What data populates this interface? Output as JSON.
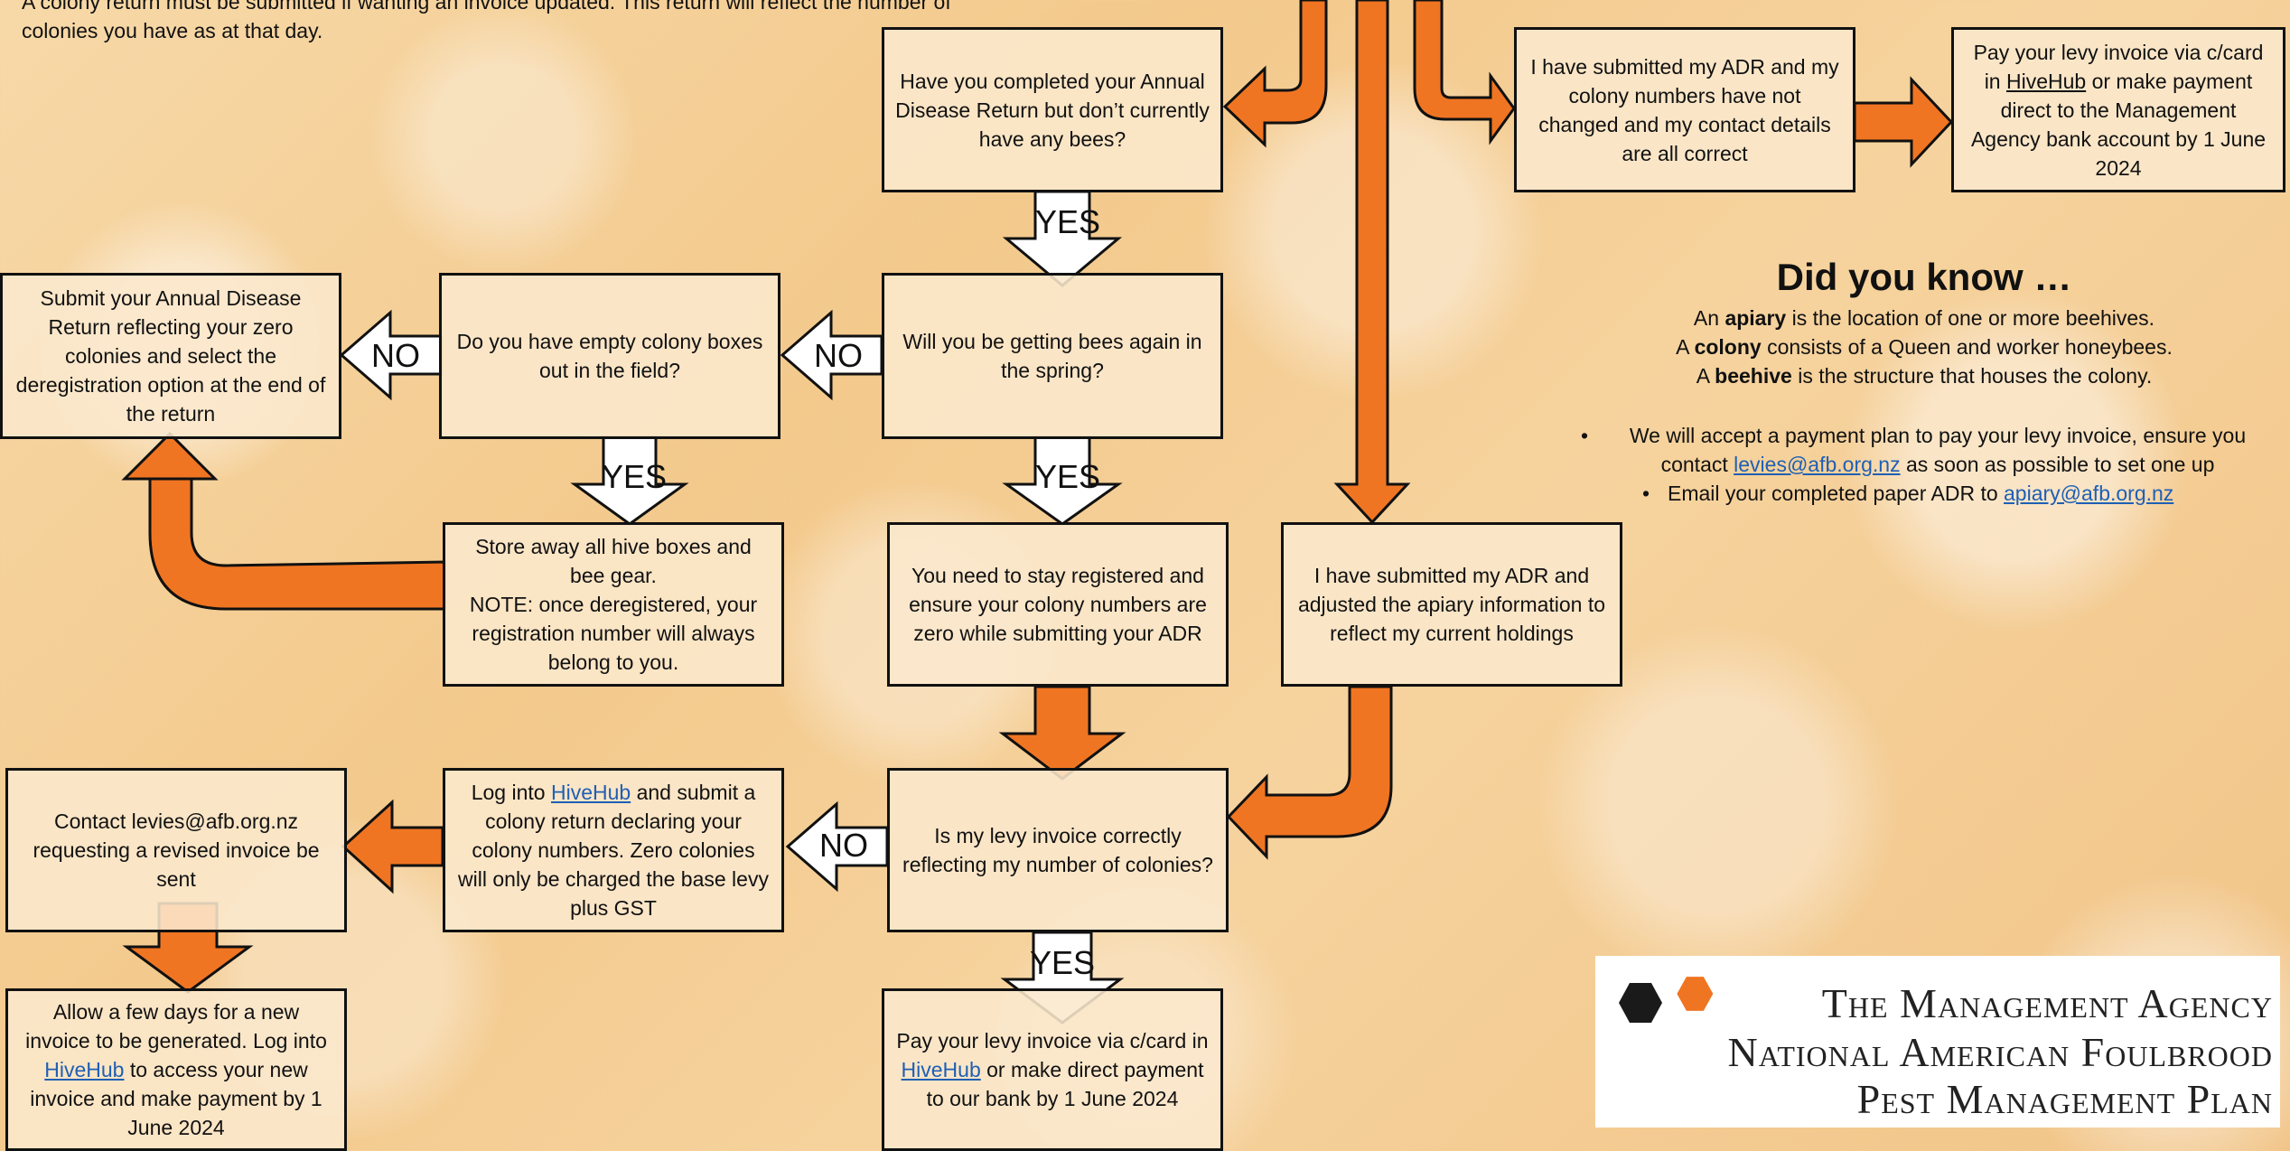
{
  "intro": {
    "text": "A colony return must be submitted if wanting an invoice updated. This return will reflect the number of colonies you have as at that day."
  },
  "boxes": {
    "completed_no_bees": "Have you completed your Annual Disease Return but don’t currently have any bees?",
    "submitted_unchanged": "I have submitted my ADR and my colony numbers have not changed and my contact details are all correct",
    "pay_top_pre": "Pay your levy invoice via c/card in ",
    "pay_top_link": "HiveHub",
    "pay_top_post": " or make payment direct to the Management Agency bank account by 1 June 2024",
    "submit_zero": "Submit your Annual Disease Return reflecting your zero colonies and select the deregistration option at the end of the return",
    "empty_boxes": "Do you have empty colony boxes out in the field?",
    "bees_spring": "Will you be getting bees again in the spring?",
    "store_away_1": "Store away all hive boxes and bee gear.",
    "store_away_2": "NOTE: once deregistered, your registration number will always belong to you.",
    "stay_registered": "You need to stay registered and ensure your colony numbers are zero while submitting your ADR",
    "adjusted": "I have submitted my ADR and adjusted the apiary information to reflect my current holdings",
    "contact_levies": "Contact levies@afb.org.nz requesting a revised invoice be sent",
    "login_pre": "Log into ",
    "login_link": "HiveHub",
    "login_post": " and submit a colony return declaring your colony numbers.   Zero colonies will only be charged the base levy plus GST",
    "levy_correct": "Is my levy invoice correctly reflecting my number of colonies?",
    "allow_pre": "Allow a few days for a new invoice to be generated.  Log into ",
    "allow_link": "HiveHub",
    "allow_post": " to access your new invoice and make payment by 1 June 2024",
    "pay_bottom_pre": "Pay your levy invoice via c/card in ",
    "pay_bottom_link": "HiveHub",
    "pay_bottom_post": " or make direct payment to our bank by 1 June 2024"
  },
  "labels": {
    "yes": "YES",
    "no": "NO"
  },
  "did_you_know": {
    "title": "Did you know …",
    "l1_pre": "An ",
    "l1_bold": "apiary",
    "l1_post": " is the location of one or more beehives.",
    "l2_pre": "A ",
    "l2_bold": "colony",
    "l2_post": " consists of a Queen and worker honeybees.",
    "l3_pre": "A ",
    "l3_bold": "beehive",
    "l3_post": " is the structure that houses the colony.",
    "b1_a": "We will accept a payment plan to pay your levy invoice, ensure you",
    "b1_b_pre": "contact ",
    "b1_link": "levies@afb.org.nz",
    "b1_b_post": " as soon as possible to set one up",
    "b2_pre": "Email your completed paper ADR to ",
    "b2_link": "apiary@afb.org.nz"
  },
  "logo": {
    "line1": "The Management Agency",
    "line2": "National American Foulbrood",
    "line3": "Pest Management Plan"
  },
  "colors": {
    "arrow_fill": "#f07522",
    "arrow_stroke": "#111111",
    "link": "#1f5fb5"
  }
}
